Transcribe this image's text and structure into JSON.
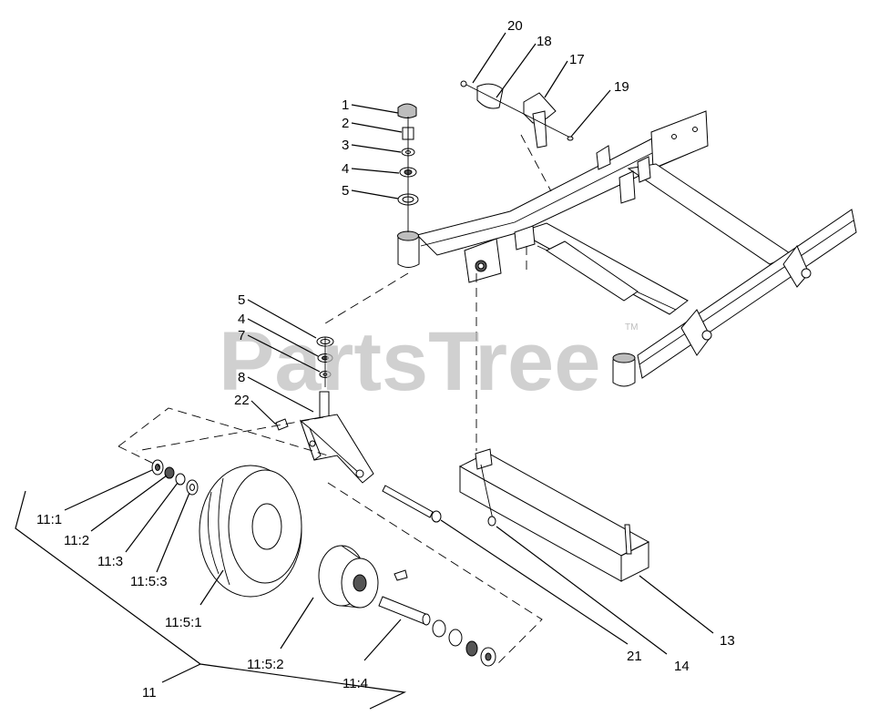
{
  "watermark": {
    "text": "PartsTree",
    "tm": "TM"
  },
  "callouts": {
    "c1": "1",
    "c2": "2",
    "c3": "3",
    "c4a": "4",
    "c5a": "5",
    "c5b": "5",
    "c4b": "4",
    "c7": "7",
    "c8": "8",
    "c22": "22",
    "c17": "17",
    "c18": "18",
    "c19": "19",
    "c20": "20",
    "c11_1": "11:1",
    "c11_2": "11:2",
    "c11_3": "11:3",
    "c11_5_3": "11:5:3",
    "c11_5_1": "11:5:1",
    "c11_5_2": "11:5:2",
    "c11_4": "11:4",
    "c11": "11",
    "c21": "21",
    "c14": "14",
    "c13": "13"
  }
}
